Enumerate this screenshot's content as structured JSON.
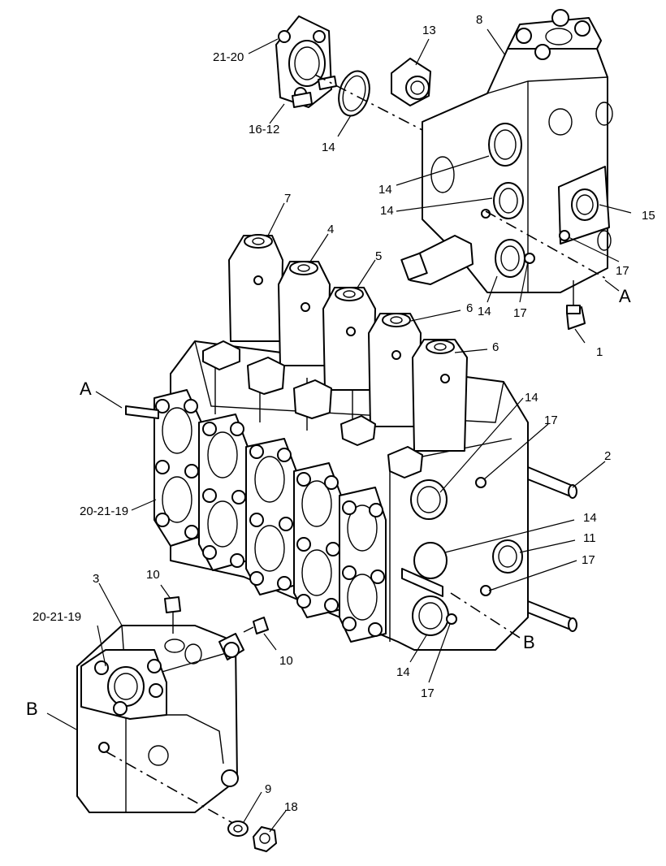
{
  "labels": {
    "l1": "1",
    "l2": "2",
    "l3": "3",
    "l4": "4",
    "l5": "5",
    "l6a": "6",
    "l6b": "6",
    "l7": "7",
    "l8": "8",
    "l9": "9",
    "l10a": "10",
    "l10b": "10",
    "l11": "11",
    "l13": "13",
    "l14a": "14",
    "l14b": "14",
    "l14c": "14",
    "l14d": "14",
    "l14e": "14",
    "l14f": "14",
    "l14g": "14",
    "l15": "15",
    "l17a": "17",
    "l17b": "17",
    "l17c": "17",
    "l17d": "17",
    "l17e": "17",
    "l18": "18",
    "l2120": "21-20",
    "l1612": "16-12",
    "l202119a": "20-21-19",
    "l202119b": "20-21-19",
    "refA1": "A",
    "refA2": "A",
    "refB1": "B",
    "refB2": "B"
  }
}
